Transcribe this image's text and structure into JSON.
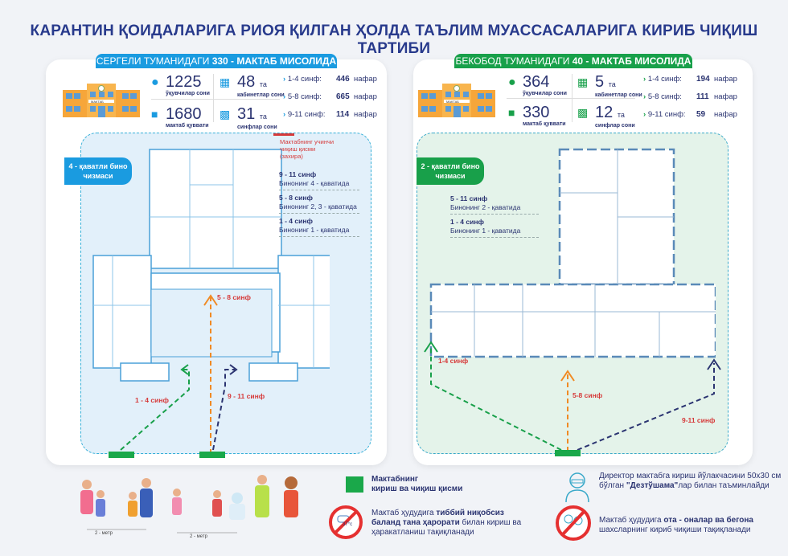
{
  "title": "КАРАНТИН ҚОИДАЛАРИГА РИОЯ ҚИЛГАН ҲОЛДА ТАЪЛИМ МУАССАСАЛАРИГА КИРИБ ЧИҚИШ ТАРТИБИ",
  "colors": {
    "blue": "#1a9be0",
    "green": "#18a04a",
    "navy": "#2b3471",
    "red": "#d63a3a",
    "orange": "#f08a24"
  },
  "left": {
    "banner_prefix": "СЕРГЕЛИ ТУМАНИДАГИ ",
    "banner_bold": "330 - МАКТАБ МИСОЛИДА",
    "school_sign": "МАКТАБ",
    "students": "1225",
    "students_label": "ўқувчилар сони",
    "capacity": "1680",
    "capacity_label": "мактаб қуввати",
    "cabinets": "48",
    "cabinets_unit": "та",
    "cabinets_label": "кабинетлар сони",
    "classes": "31",
    "classes_unit": "та",
    "classes_label": "синфлар сони",
    "grades": [
      {
        "g": "1-4 синф:",
        "n": "446",
        "u": "нафар"
      },
      {
        "g": "5-8 синф:",
        "n": "665",
        "u": "нафар"
      },
      {
        "g": "9-11 синф:",
        "n": "114",
        "u": "нафар"
      }
    ],
    "floors_tag": "4 - қаватли бино чизмаси",
    "reserve_exit": "Мактабнинг учинчи чиқиш қисми (захира)",
    "notes": [
      {
        "g": "9 - 11 синф",
        "f": "Бинонинг 4 - қаватида"
      },
      {
        "g": "5 - 8 синф",
        "f": "Бинонинг 2, 3 - қаватида"
      },
      {
        "g": "1 - 4 синф",
        "f": "Бинонинг 1 - қаватида"
      }
    ],
    "route_center": "5 - 8 синф",
    "route_left": "1 - 4 синф",
    "route_right": "9 - 11 синф"
  },
  "right": {
    "banner_prefix": "БЕКОБОД ТУМАНИДАГИ ",
    "banner_bold": "40 - МАКТАБ МИСОЛИДА",
    "school_sign": "МАКТАБ",
    "students": "364",
    "students_label": "ўқувчилар сони",
    "capacity": "330",
    "capacity_label": "мактаб қуввати",
    "cabinets": "5",
    "cabinets_unit": "та",
    "cabinets_label": "кабинетлар сони",
    "classes": "12",
    "classes_unit": "та",
    "classes_label": "синфлар сони",
    "grades": [
      {
        "g": "1-4 синф:",
        "n": "194",
        "u": "нафар"
      },
      {
        "g": "5-8 синф:",
        "n": "111",
        "u": "нафар"
      },
      {
        "g": "9-11 синф:",
        "n": "59",
        "u": "нафар"
      }
    ],
    "floors_tag": "2 - қаватли бино чизмаси",
    "notes": [
      {
        "g": "5 - 11 синф",
        "f": "Бинонинг 2 - қаватида"
      },
      {
        "g": "1 - 4 синф",
        "f": "Бинонинг 1 - қаватида"
      }
    ],
    "route_left": "1-4 синф",
    "route_center": "5-8 синф",
    "route_right": "9-11 синф"
  },
  "bottom": {
    "distance1": "2 - метр",
    "distance2": "2 - метр",
    "thermo": "37°c",
    "legend_entrance": [
      "Мактабнинг",
      "кириш ва чиқиш қисми"
    ],
    "legend_mask": {
      "pre": "Мактаб ҳудудига ",
      "bold": "тиббий ниқобсиз баланд тана ҳарорати",
      "post": " билан кириш ва ҳаракатланиш тақиқланади"
    },
    "legend_director": {
      "pre": "Директор мактабга кириш йўлакчасини 50x30 см бўлган ",
      "bold": "\"Дезтўшама\"",
      "post": "лар билан таъминлайди"
    },
    "legend_parents": {
      "pre": "Мактаб ҳудудига ",
      "bold": "ота - оналар ва бегона",
      "post": " шахсларнинг кириб чиқиши тақиқланади"
    }
  }
}
